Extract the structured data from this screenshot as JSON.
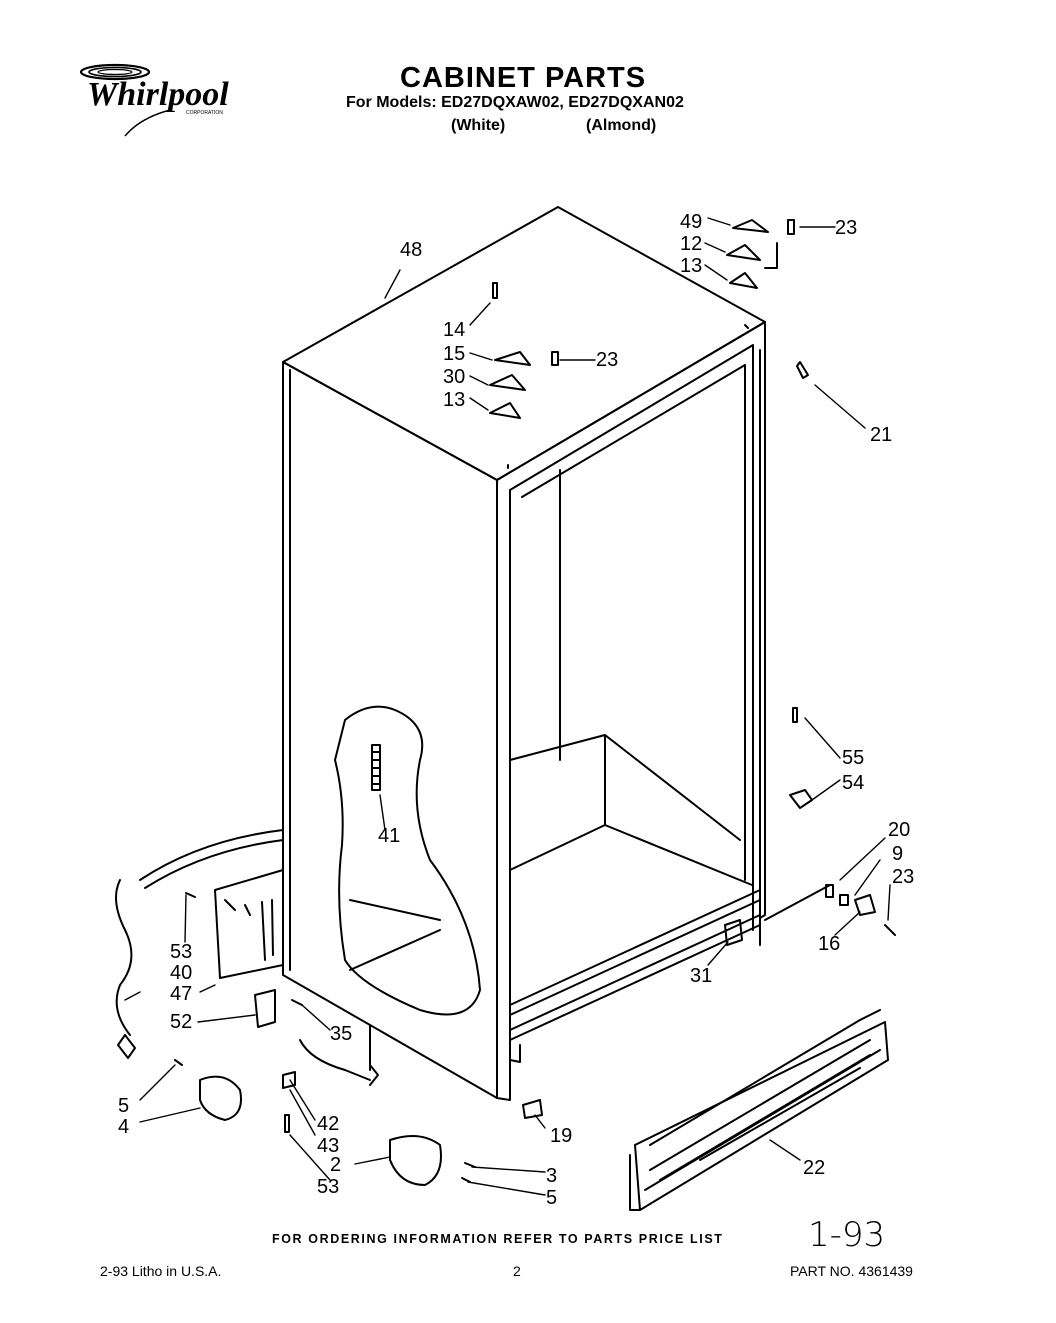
{
  "header": {
    "brand": "Whirlpool",
    "brand_sub": "CORPORATION",
    "title": "CABINET PARTS",
    "models_line": "For Models: ED27DQXAW02, ED27DQXAN02",
    "color_white": "(White)",
    "color_almond": "(Almond)"
  },
  "callouts": [
    "48",
    "49",
    "12",
    "13",
    "23",
    "14",
    "15",
    "23",
    "30",
    "13",
    "21",
    "55",
    "54",
    "20",
    "9",
    "23",
    "16",
    "31",
    "41",
    "53",
    "40",
    "47",
    "52",
    "35",
    "5",
    "4",
    "42",
    "43",
    "2",
    "53",
    "19",
    "3",
    "5",
    "22"
  ],
  "footer": {
    "ordering_note": "FOR ORDERING INFORMATION REFER TO PARTS PRICE LIST",
    "handwritten_date": "1-93",
    "litho": "2-93  Litho in U.S.A.",
    "page_number": "2",
    "part_number": "PART NO.  4361439"
  }
}
